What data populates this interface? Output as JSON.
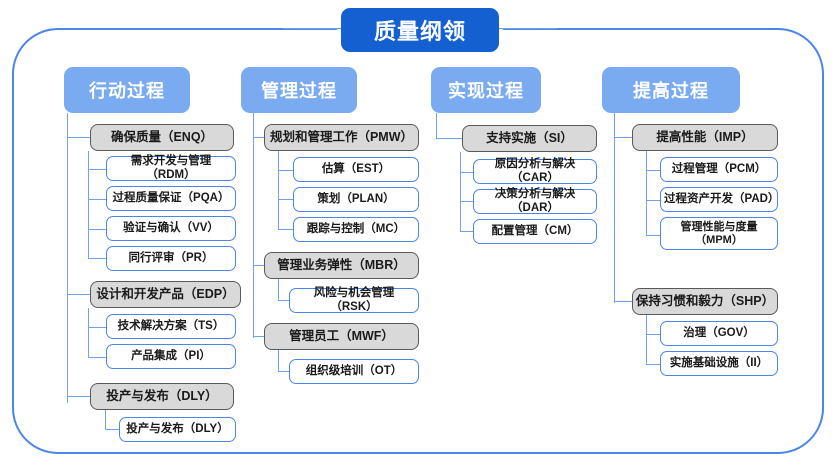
{
  "title": "质量纲领",
  "columns": [
    {
      "header": "行动过程",
      "groups": [
        {
          "label": "确保质量（ENQ）",
          "items": [
            "需求开发与管理（RDM）",
            "过程质量保证（PQA）",
            "验证与确认（VV）",
            "同行评审（PR）"
          ]
        },
        {
          "label": "设计和开发产品（EDP）",
          "items": [
            "技术解决方案（TS）",
            "产品集成（PI）"
          ]
        },
        {
          "label": "投产与发布（DLY）",
          "items": [
            "投产与发布（DLY）"
          ]
        }
      ]
    },
    {
      "header": "管理过程",
      "groups": [
        {
          "label": "规划和管理工作（PMW）",
          "items": [
            "估算（EST）",
            "策划（PLAN）",
            "跟踪与控制（MC）"
          ]
        },
        {
          "label": "管理业务弹性（MBR）",
          "items": [
            "风险与机会管理（RSK）"
          ]
        },
        {
          "label": "管理员工（MWF）",
          "items": [
            "组织级培训（OT）"
          ]
        }
      ]
    },
    {
      "header": "实现过程",
      "groups": [
        {
          "label": "支持实施（SI）",
          "items": [
            "原因分析与解决（CAR）",
            "决策分析与解决（DAR）",
            "配置管理（CM）"
          ]
        }
      ]
    },
    {
      "header": "提高过程",
      "groups": [
        {
          "label": "提高性能（IMP）",
          "items": [
            "过程管理（PCM）",
            "过程资产开发（PAD）",
            "管理性能与度量\n（MPM）"
          ]
        },
        {
          "label": "保持习惯和毅力（SHP）",
          "items": [
            "治理（GOV）",
            "实施基础设施（II）"
          ]
        }
      ]
    }
  ],
  "colors": {
    "title_fill": "#1560d0",
    "header_fill": "#7aaaf0",
    "level2_fill": "#d9d9d9",
    "level2_border": "#595959",
    "level3_border": "#4a86e8",
    "line": "#6fa3e8",
    "frame_border": "#4a86e8"
  }
}
